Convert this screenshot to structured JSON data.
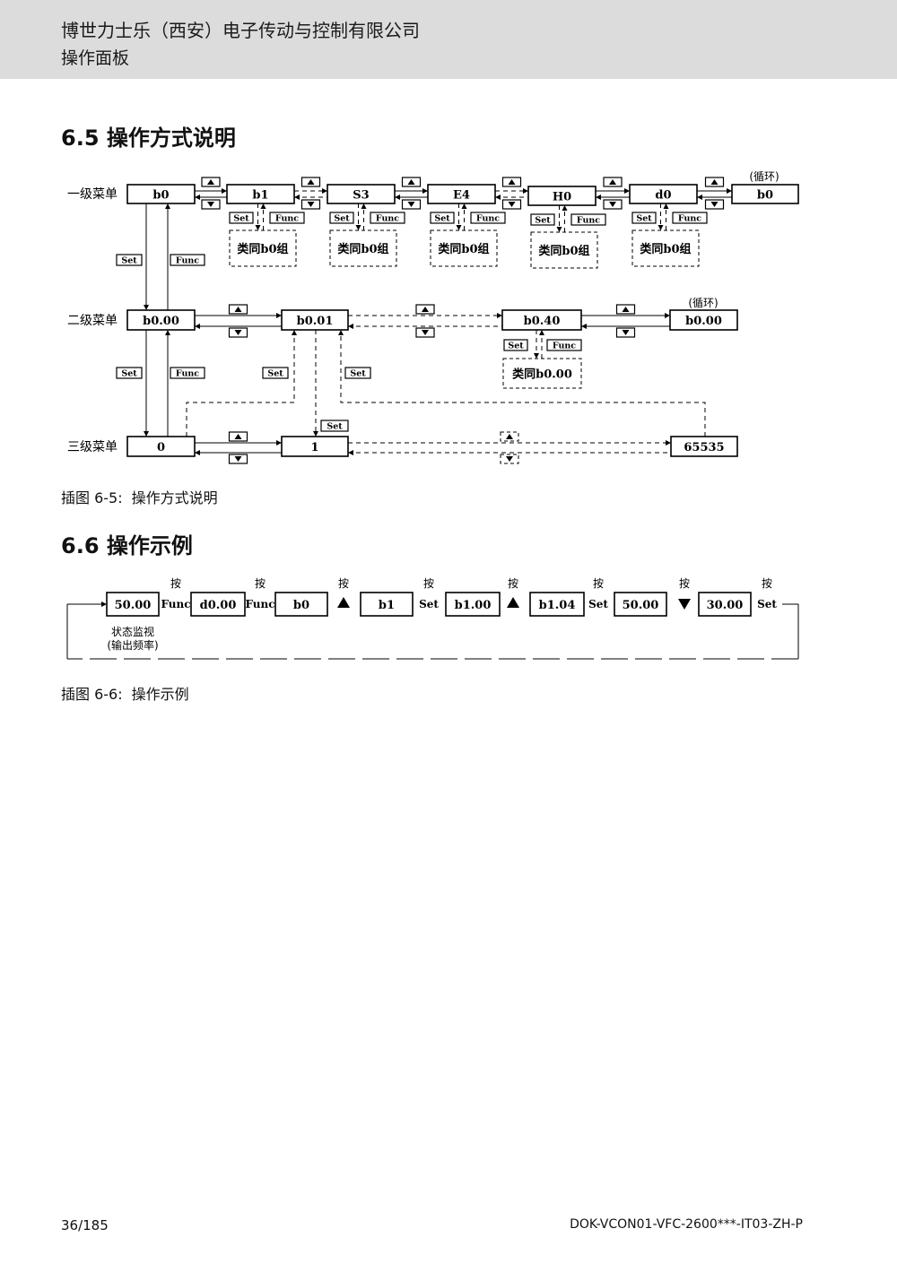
{
  "header": {
    "company": "博世力士乐（西安）电子传动与控制有限公司",
    "subtitle": "操作面板"
  },
  "section_6_5": {
    "title": "6.5  操作方式说明",
    "diagram": {
      "levels": [
        "一级菜单",
        "二级菜单",
        "三级菜单"
      ],
      "level1": [
        "b0",
        "b1",
        "S3",
        "E4",
        "H0",
        "d0",
        "b0"
      ],
      "loop": "(循环)",
      "similar_b0": "类同b0组",
      "level2": [
        "b0.00",
        "b0.01",
        "b0.40",
        "b0.00"
      ],
      "similar_b000": "类同b0.00",
      "level3": [
        "0",
        "1",
        "65535"
      ],
      "set": "Set",
      "func": "Func"
    },
    "caption_label": "插图 6-5:",
    "caption_text": "操作方式说明"
  },
  "section_6_6": {
    "title": "6.6  操作示例",
    "example": {
      "press": "按",
      "displays": [
        "50.00",
        "d0.00",
        "b0",
        "b1",
        "b1.00",
        "b1.04",
        "50.00",
        "30.00"
      ],
      "keys": [
        "Func",
        "Func",
        "up",
        "Set",
        "up",
        "Set",
        "down",
        "Set"
      ],
      "state_line1": "状态监视",
      "state_line2": "(输出频率)"
    },
    "caption_label": "插图 6-6:",
    "caption_text": "操作示例"
  },
  "footer": {
    "page": "36/185",
    "doc_id": "DOK-VCON01-VFC-2600***-IT03-ZH-P"
  }
}
